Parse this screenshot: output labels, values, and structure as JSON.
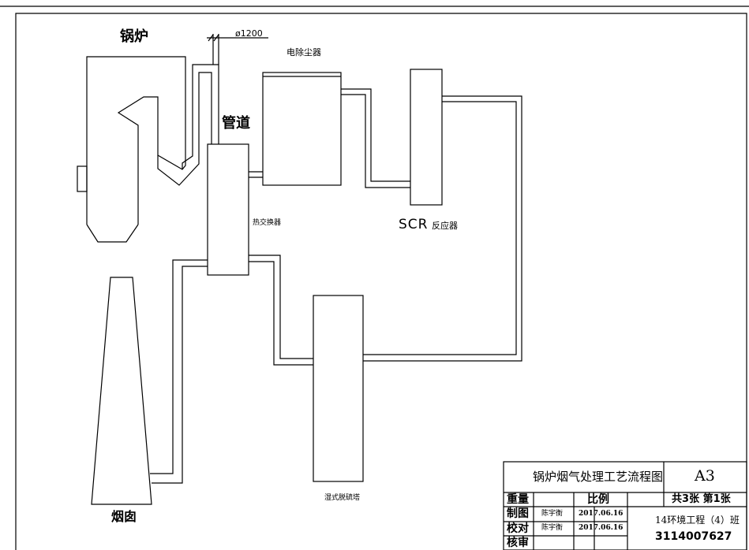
{
  "labels": {
    "boiler": "锅炉",
    "pipe": "管道",
    "diameter": "ø1200",
    "esp": "电除尘器",
    "heat_exchanger": "热交换器",
    "scr": "SCR",
    "scr_suffix": "反应器",
    "chimney": "烟囱",
    "desulfurizer": "湿式脱硫塔"
  },
  "title_block": {
    "drawing_title": "锅炉烟气处理工艺流程图",
    "sheet_size": "A3",
    "weight_label": "重量",
    "scale_label": "比例",
    "sheets": "共3张  第1张",
    "drawn_label": "制图",
    "checked_label": "校对",
    "reviewed_label": "核审",
    "drawn_by": "陈宇衡",
    "checked_by": "陈宇衡",
    "drawn_date": "2017.06.16",
    "checked_date": "2017.06.16",
    "class_name": "14环境工程（4）班",
    "student_id": "3114007627"
  }
}
